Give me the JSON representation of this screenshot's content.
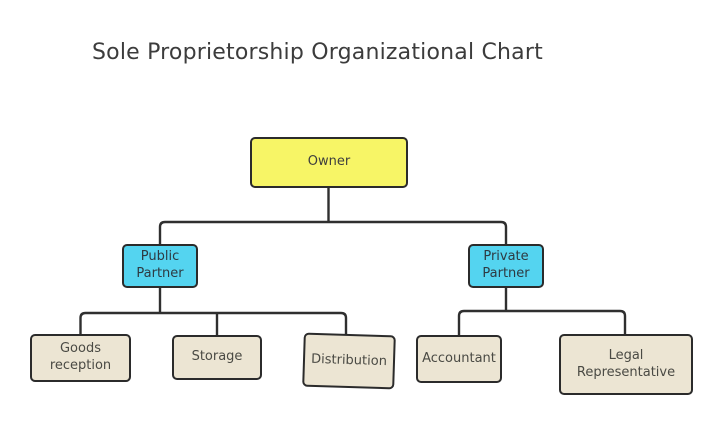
{
  "title": "Sole Proprietorship Organizational Chart",
  "colors": {
    "background": "#ffffff",
    "owner_fill": "#f7f566",
    "partner_fill": "#54d4f0",
    "department_fill": "#ece5d3",
    "box_border": "#2b2b2b",
    "connector": "#2f2f2f",
    "title_text": "#3c3c3c",
    "node_text": "#3e3e3e"
  },
  "nodes": {
    "owner": {
      "label": "Owner",
      "level": 1,
      "fill": "#f7f566"
    },
    "public_partner": {
      "label": "Public Partner",
      "level": 2,
      "fill": "#54d4f0"
    },
    "private_partner": {
      "label": "Private Partner",
      "level": 2,
      "fill": "#54d4f0"
    },
    "goods_reception": {
      "label": "Goods reception",
      "level": 3,
      "fill": "#ece5d3"
    },
    "storage": {
      "label": "Storage",
      "level": 3,
      "fill": "#ece5d3"
    },
    "distribution": {
      "label": "Distribution",
      "level": 3,
      "fill": "#ece5d3"
    },
    "accountant": {
      "label": "Accountant",
      "level": 3,
      "fill": "#ece5d3"
    },
    "legal_representative": {
      "label": "Legal Representative",
      "level": 3,
      "fill": "#ece5d3"
    }
  },
  "edges": [
    {
      "from": "Owner",
      "to": "Public Partner"
    },
    {
      "from": "Owner",
      "to": "Private Partner"
    },
    {
      "from": "Public Partner",
      "to": "Goods reception"
    },
    {
      "from": "Public Partner",
      "to": "Storage"
    },
    {
      "from": "Public Partner",
      "to": "Distribution"
    },
    {
      "from": "Private Partner",
      "to": "Accountant"
    },
    {
      "from": "Private Partner",
      "to": "Legal Representative"
    }
  ]
}
